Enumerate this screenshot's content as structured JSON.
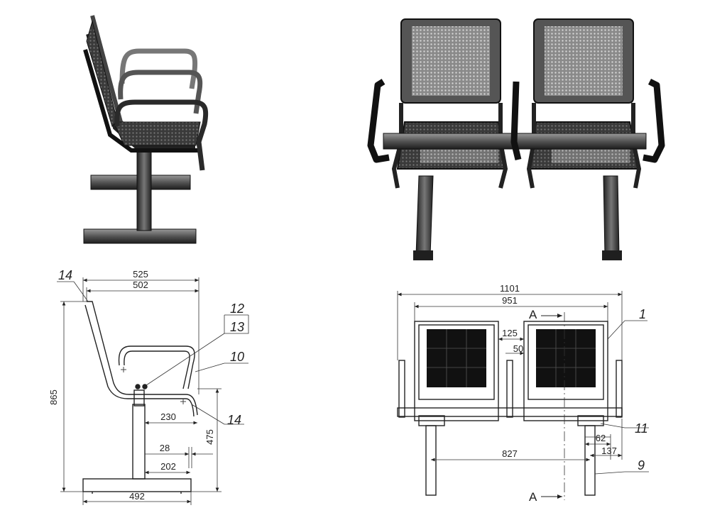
{
  "side_view_dims": {
    "overall_depth": "525",
    "seat_depth": "502",
    "height": "865",
    "arm_offset": "230",
    "seat_height": "475",
    "tube": "28",
    "post_offset": "202",
    "base_length": "492"
  },
  "front_view_dims": {
    "overall_width": "1101",
    "pitch_width": "951",
    "seat_gap": "125",
    "inner_gap": "50",
    "leg_centers": "827",
    "foot_offset": "62",
    "edge_offset": "137"
  },
  "callouts": {
    "c14_top": "14",
    "c12": "12",
    "c13": "13",
    "c10": "10",
    "c14_bottom": "14",
    "c1": "1",
    "c11": "11",
    "c9": "9"
  },
  "section": {
    "top": "A",
    "bottom": "A"
  },
  "colors": {
    "metal_dark": "#2b2b2b",
    "metal_mid": "#6d6d6d",
    "metal_light": "#bdbdbd",
    "line": "#333333"
  }
}
